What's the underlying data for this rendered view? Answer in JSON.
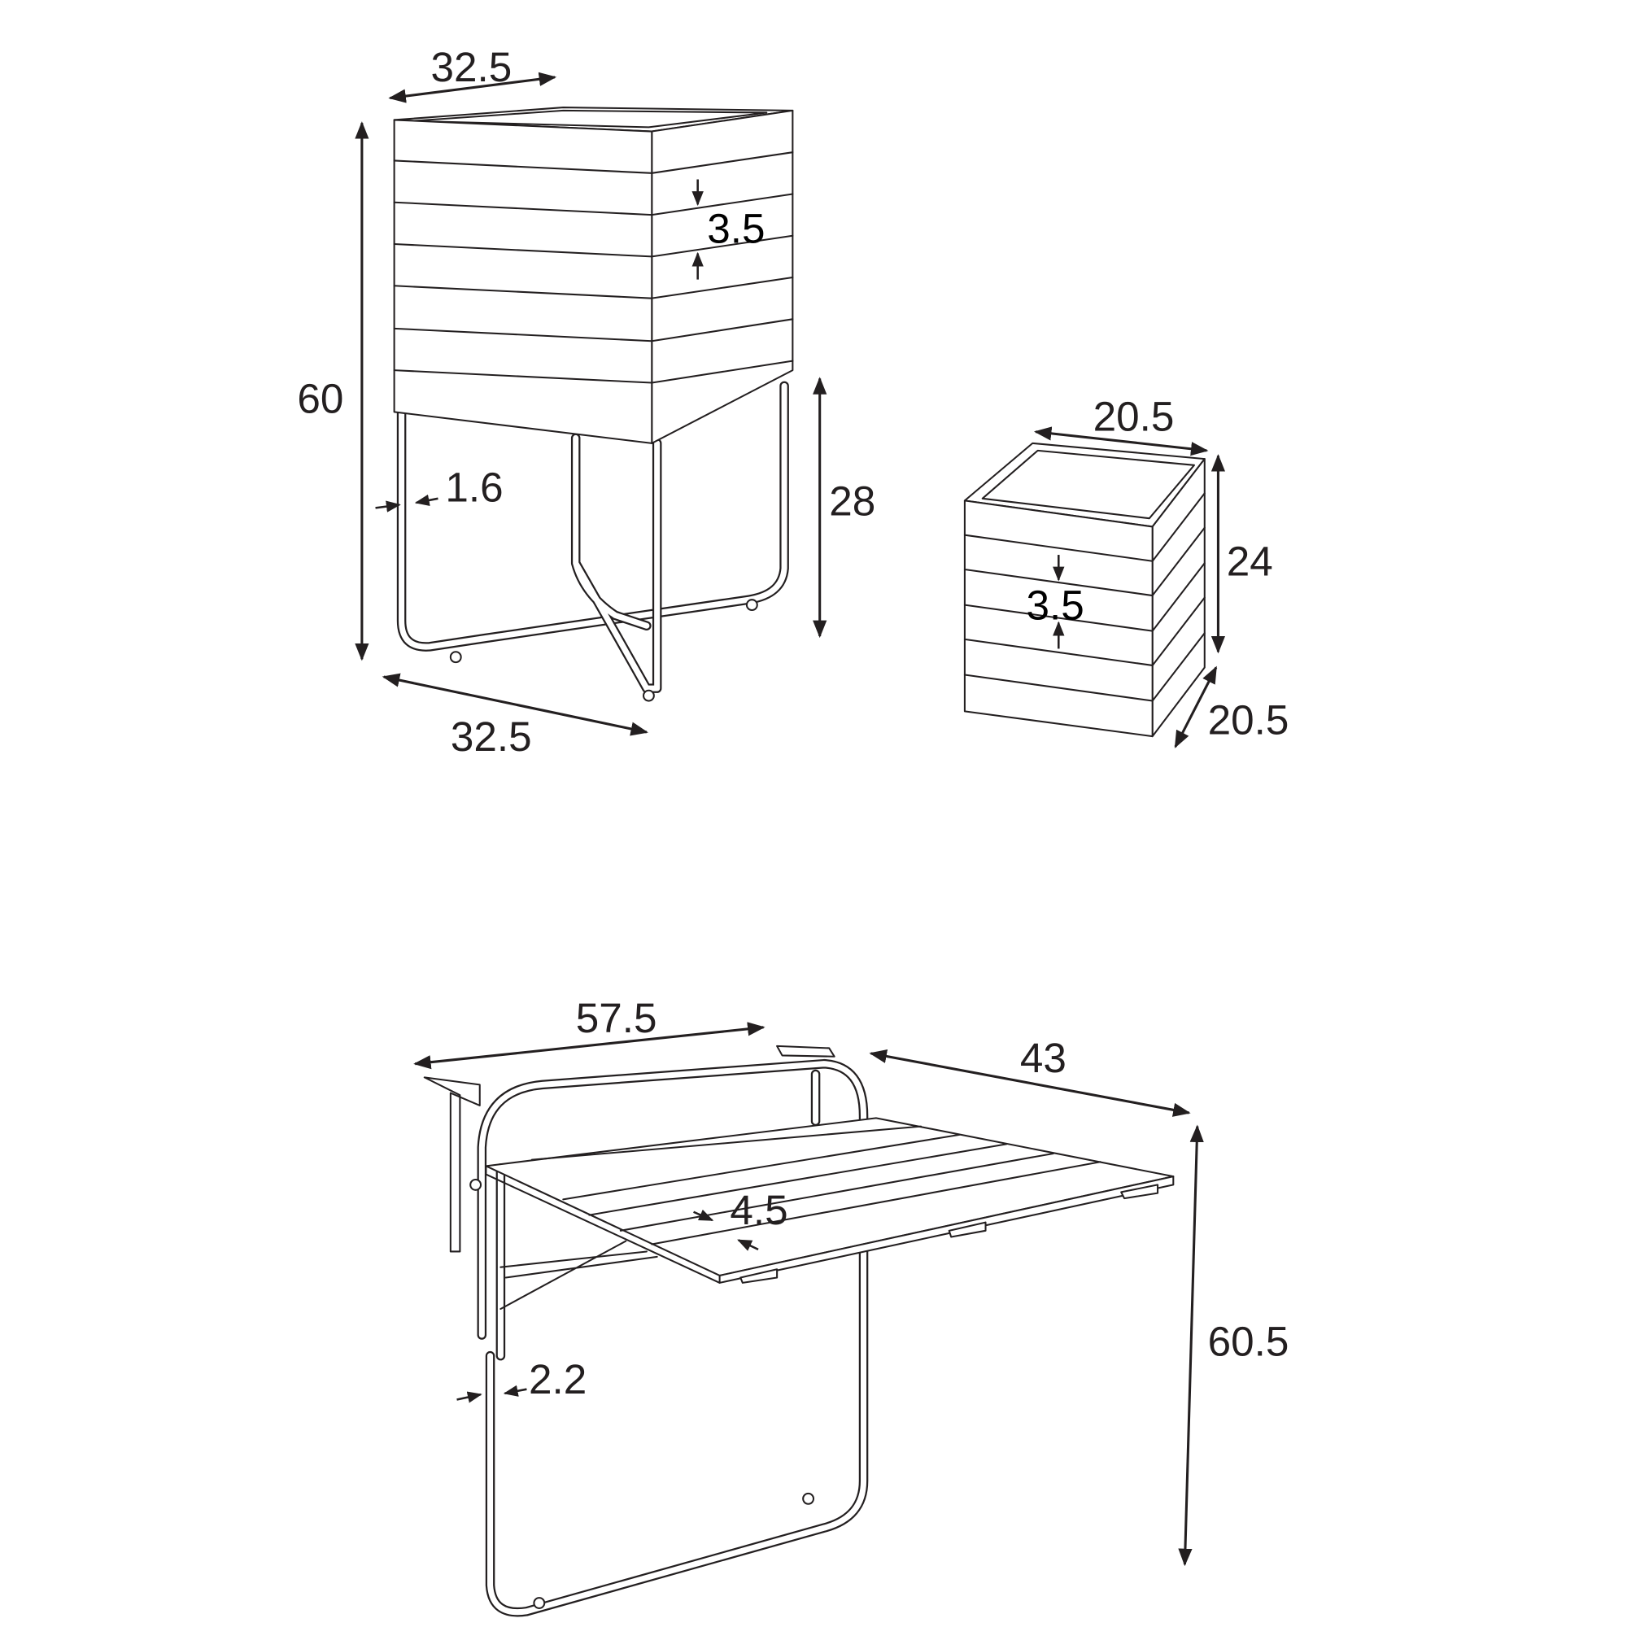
{
  "planter_large": {
    "width_top": "32.5",
    "height_total": "60",
    "slat_height": "3.5",
    "tube_diameter": "1.6",
    "leg_height": "28",
    "depth_bottom": "32.5"
  },
  "planter_small": {
    "width": "20.5",
    "height": "24",
    "slat_height": "3.5",
    "depth": "20.5"
  },
  "table": {
    "width": "57.5",
    "depth": "43",
    "slat_width": "4.5",
    "tube_diameter": "2.2",
    "height": "60.5"
  }
}
